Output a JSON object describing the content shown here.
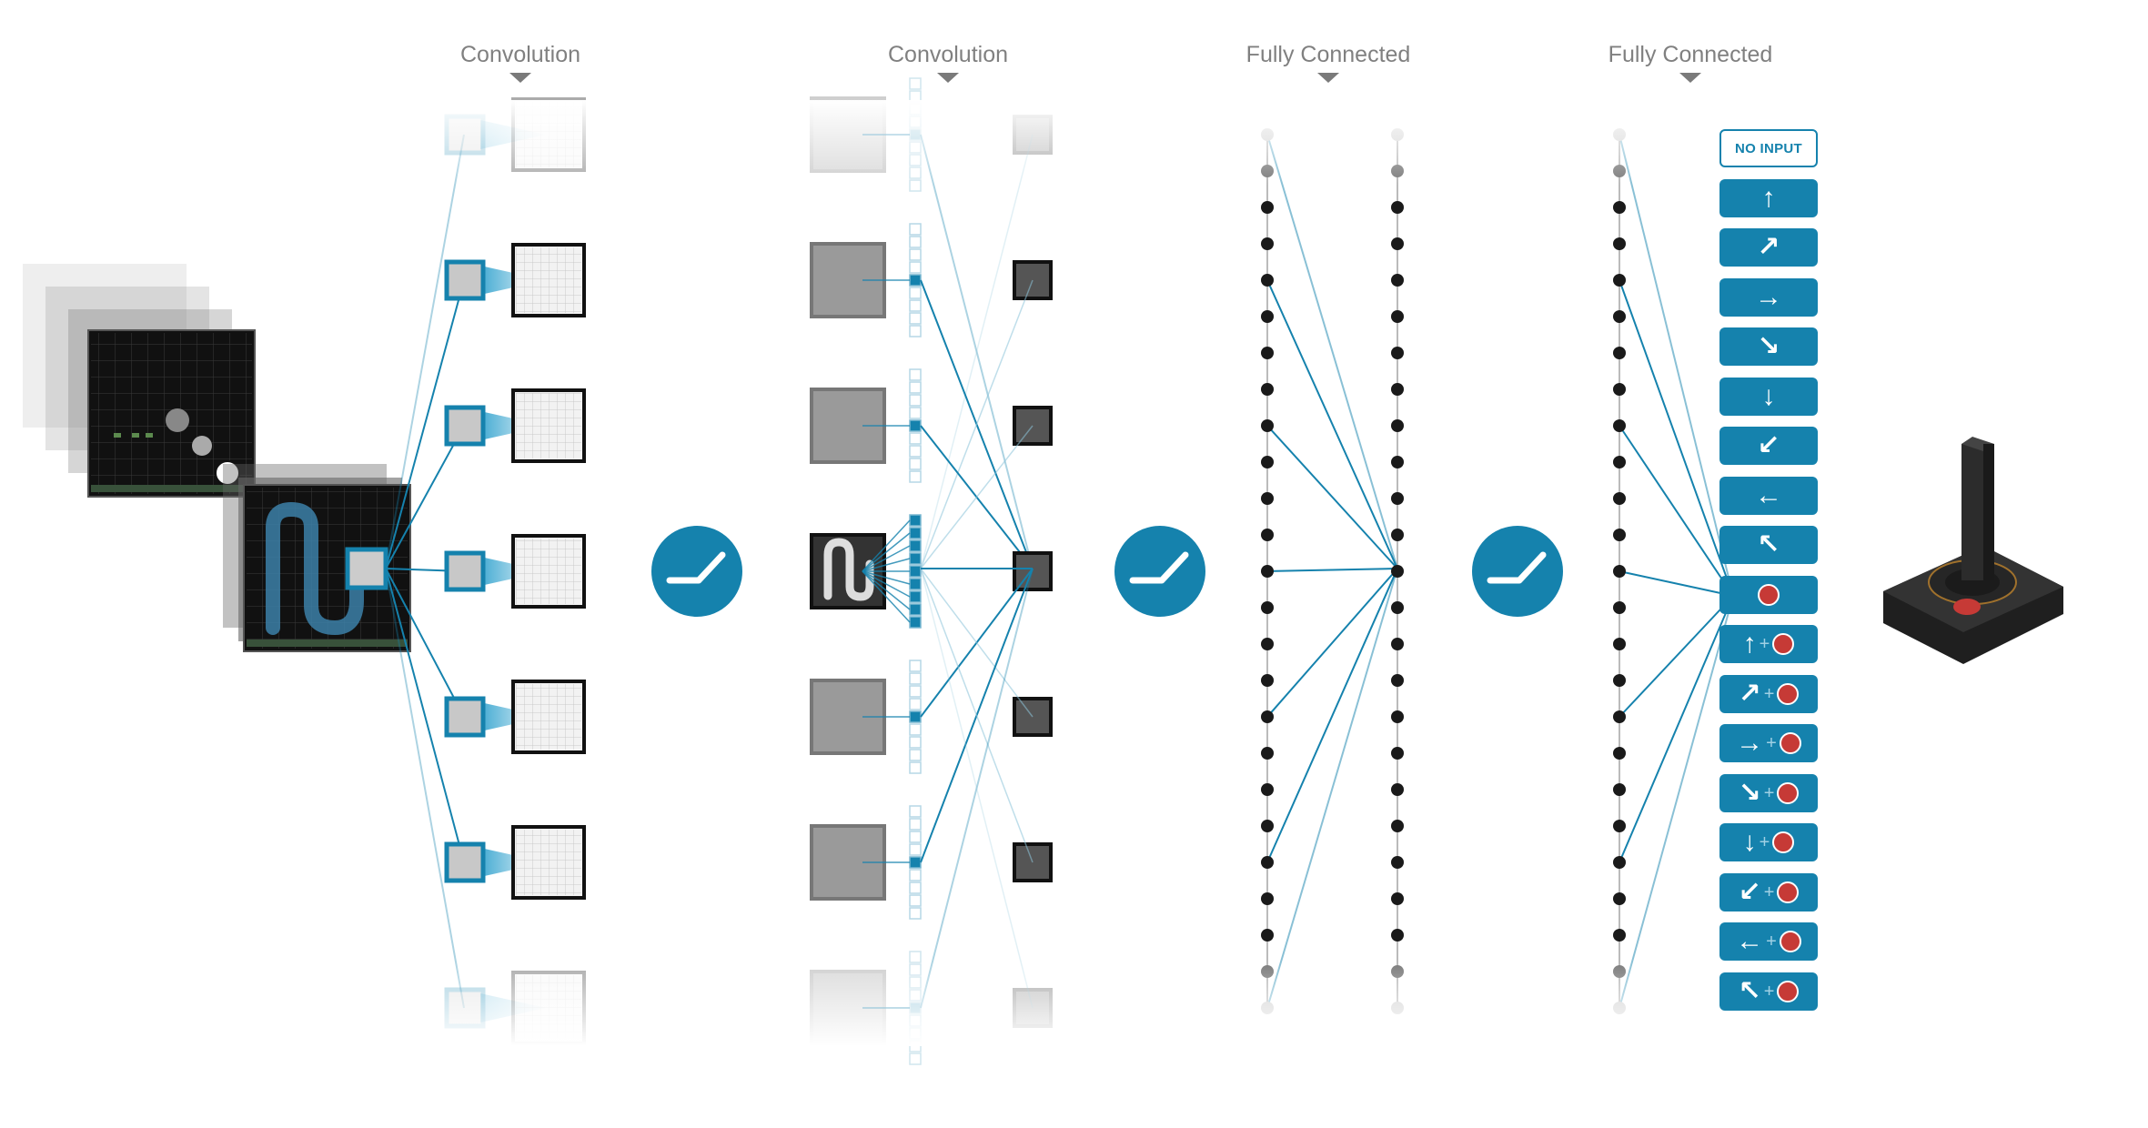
{
  "stages": [
    {
      "id": "conv1",
      "label": "Convolution"
    },
    {
      "id": "conv2",
      "label": "Convolution"
    },
    {
      "id": "fc1",
      "label": "Fully Connected"
    },
    {
      "id": "fc2",
      "label": "Fully Connected"
    }
  ],
  "actions": [
    {
      "name": "no-input",
      "text": "NO INPUT",
      "arrow": "",
      "fire": false
    },
    {
      "name": "up",
      "text": "",
      "arrow": "up",
      "fire": false
    },
    {
      "name": "up-right",
      "text": "",
      "arrow": "up-right",
      "fire": false
    },
    {
      "name": "right",
      "text": "",
      "arrow": "right",
      "fire": false
    },
    {
      "name": "down-right",
      "text": "",
      "arrow": "down-right",
      "fire": false
    },
    {
      "name": "down",
      "text": "",
      "arrow": "down",
      "fire": false
    },
    {
      "name": "down-left",
      "text": "",
      "arrow": "down-left",
      "fire": false
    },
    {
      "name": "left",
      "text": "",
      "arrow": "left",
      "fire": false
    },
    {
      "name": "up-left",
      "text": "",
      "arrow": "up-left",
      "fire": false
    },
    {
      "name": "fire",
      "text": "",
      "arrow": "",
      "fire": true
    },
    {
      "name": "up-fire",
      "text": "",
      "arrow": "up",
      "fire": true
    },
    {
      "name": "up-right-fire",
      "text": "",
      "arrow": "up-right",
      "fire": true
    },
    {
      "name": "right-fire",
      "text": "",
      "arrow": "right",
      "fire": true
    },
    {
      "name": "down-right-fire",
      "text": "",
      "arrow": "down-right",
      "fire": true
    },
    {
      "name": "down-fire",
      "text": "",
      "arrow": "down",
      "fire": true
    },
    {
      "name": "down-left-fire",
      "text": "",
      "arrow": "down-left",
      "fire": true
    },
    {
      "name": "left-fire",
      "text": "",
      "arrow": "left",
      "fire": true
    },
    {
      "name": "up-left-fire",
      "text": "",
      "arrow": "up-left",
      "fire": true
    }
  ],
  "colors": {
    "accent": "#1582ad",
    "fire": "#c63a36",
    "node": "#1a1a1a",
    "label": "#808080",
    "joystick": "#2b2b2b"
  },
  "icons": {
    "activation": "relu-icon",
    "output_device": "joystick-icon",
    "plus": "+"
  }
}
